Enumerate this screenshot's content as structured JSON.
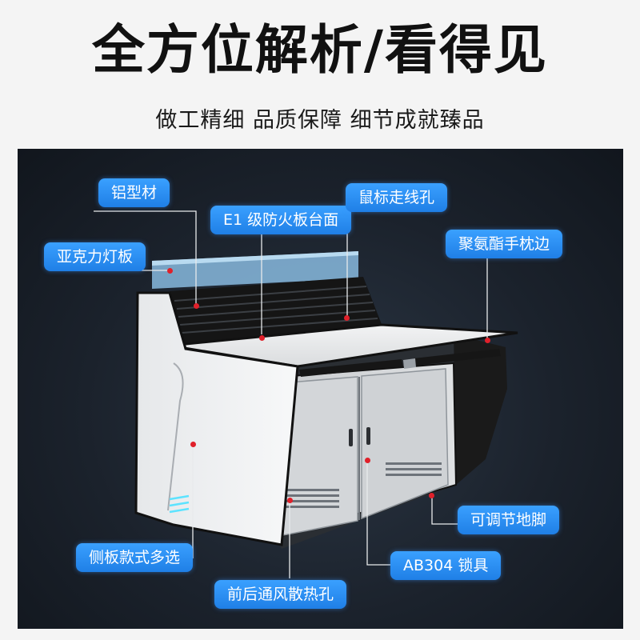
{
  "header": {
    "title": "全方位解析/看得见",
    "subtitle": "做工精细 品质保障 细节成就臻品"
  },
  "colors": {
    "label_bg": "#2a8cf2",
    "marker": "#e0202a",
    "stage_bg": "#1b222c"
  },
  "callouts": [
    {
      "id": "aluminum-profile",
      "label": "铝型材"
    },
    {
      "id": "e1-fireproof-top",
      "label": "E1 级防火板台面"
    },
    {
      "id": "mouse-cable-hole",
      "label": "鼠标走线孔"
    },
    {
      "id": "acrylic-light-panel",
      "label": "亚克力灯板"
    },
    {
      "id": "polyurethane-armrest",
      "label": "聚氨酯手枕边"
    },
    {
      "id": "adjustable-feet",
      "label": "可调节地脚"
    },
    {
      "id": "side-panel-styles",
      "label": "侧板款式多选"
    },
    {
      "id": "ab304-lock",
      "label": "AB304 锁具"
    },
    {
      "id": "vent-holes",
      "label": "前后通风散热孔"
    }
  ]
}
